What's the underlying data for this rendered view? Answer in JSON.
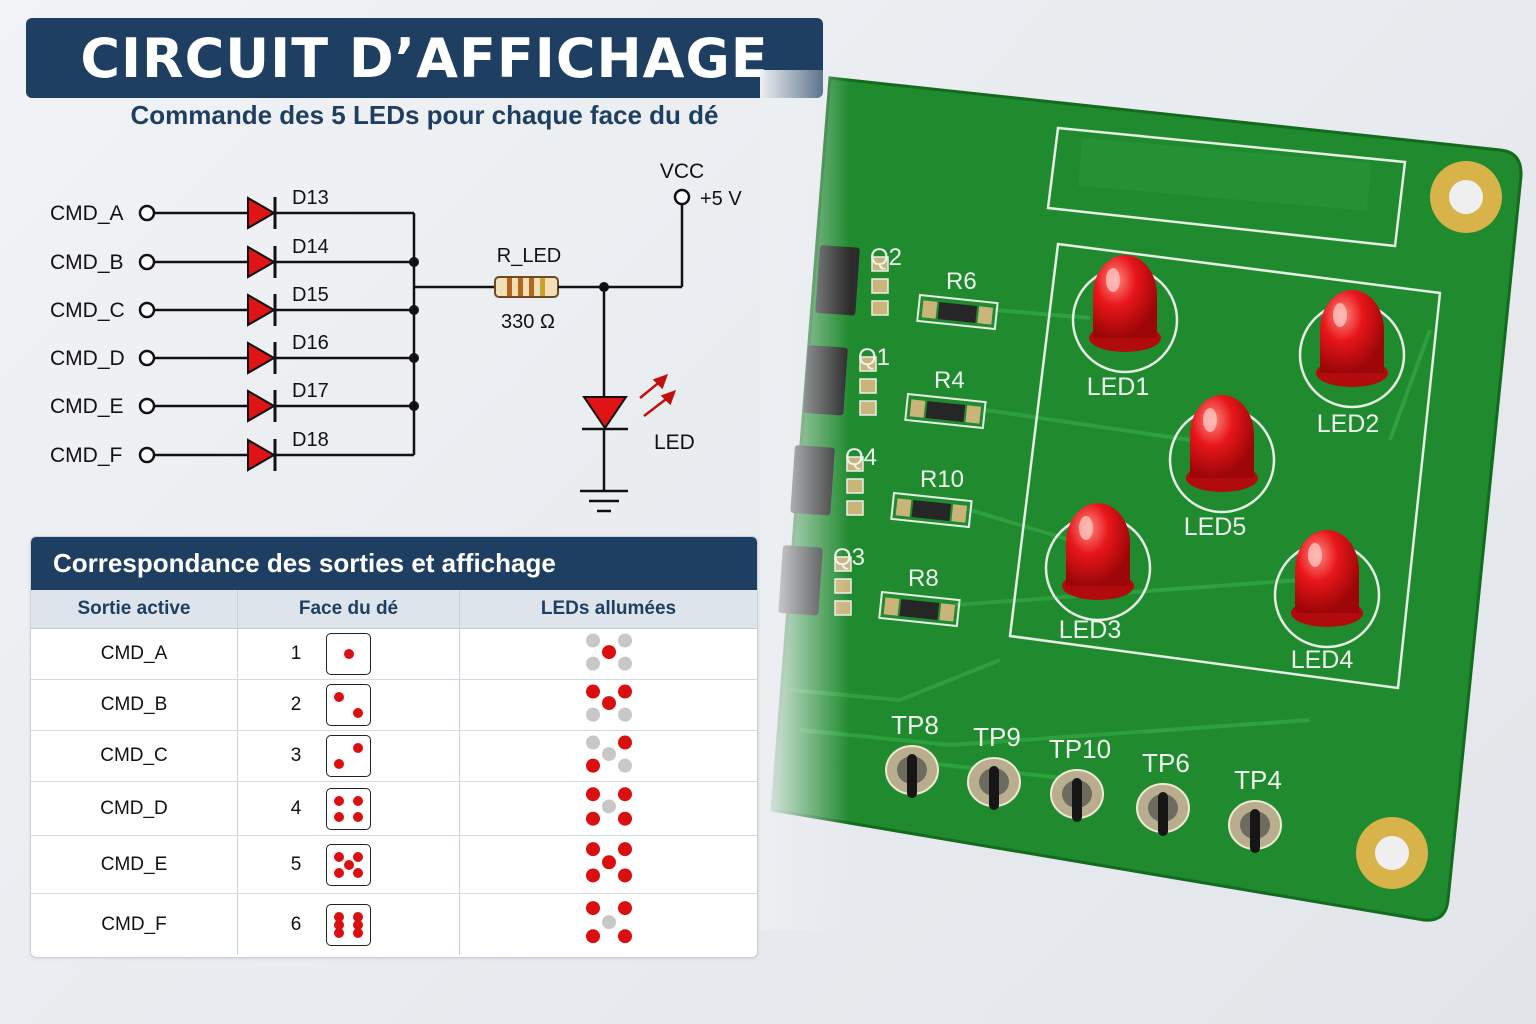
{
  "title": "CIRCUIT D’AFFICHAGE",
  "subtitle": "Commande des 5 LEDs pour chaque face du dé",
  "schematic": {
    "inputs": [
      "CMD_A",
      "CMD_B",
      "CMD_C",
      "CMD_D",
      "CMD_E",
      "CMD_F"
    ],
    "diodes": [
      "D13",
      "D14",
      "D15",
      "D16",
      "D17",
      "D18"
    ],
    "resistor_label": "R_LED",
    "resistor_value": "330 Ω",
    "vcc_label": "VCC",
    "vcc_value": "+5 V",
    "led_label": "LED"
  },
  "pcb": {
    "transistors": [
      "Q2",
      "Q1",
      "Q4",
      "Q3"
    ],
    "resistors": [
      "R6",
      "R4",
      "R10",
      "R8"
    ],
    "leds": [
      "LED1",
      "LED2",
      "LED5",
      "LED3",
      "LED4"
    ],
    "test_points": [
      "TP8",
      "TP9",
      "TP10",
      "TP6",
      "TP4"
    ]
  },
  "table": {
    "title": "Correspondance des sorties et affichage",
    "headers": [
      "Sortie active",
      "Face du dé",
      "LEDs allumées"
    ],
    "rows": [
      {
        "output": "CMD_A",
        "face": "1",
        "pips": [
          "c"
        ],
        "leds_on": [
          false,
          false,
          false,
          false,
          true
        ]
      },
      {
        "output": "CMD_B",
        "face": "2",
        "pips": [
          "tl",
          "br"
        ],
        "leds_on": [
          true,
          true,
          false,
          false,
          true
        ]
      },
      {
        "output": "CMD_C",
        "face": "3",
        "pips": [
          "tr",
          "bl"
        ],
        "leds_on": [
          false,
          true,
          true,
          false,
          false
        ]
      },
      {
        "output": "CMD_D",
        "face": "4",
        "pips": [
          "tl",
          "tr",
          "bl",
          "br"
        ],
        "leds_on": [
          true,
          true,
          true,
          true,
          false
        ]
      },
      {
        "output": "CMD_E",
        "face": "5",
        "pips": [
          "tl",
          "tr",
          "c",
          "bl",
          "br"
        ],
        "leds_on": [
          true,
          true,
          true,
          true,
          true
        ]
      },
      {
        "output": "CMD_F",
        "face": "6",
        "pips": [
          "tl",
          "tr",
          "ml",
          "mr",
          "bl",
          "br"
        ],
        "leds_on": [
          true,
          true,
          true,
          true,
          false
        ]
      }
    ]
  },
  "colors": {
    "navy": "#1f3f62",
    "led_red": "#d90f10",
    "led_off": "#c8c8c8",
    "pcb_green": "#1f8a2e"
  }
}
